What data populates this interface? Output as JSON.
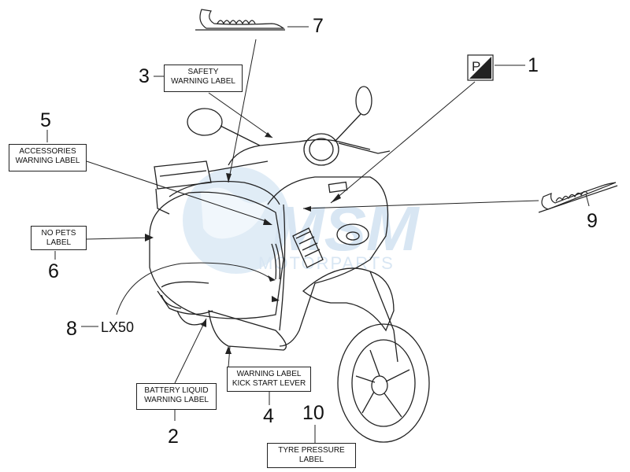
{
  "watermark": {
    "brand": "MSM",
    "subtitle": "MOTORPARTS"
  },
  "parts": [
    {
      "number": "1",
      "label_lines": []
    },
    {
      "number": "2",
      "label_lines": [
        "BATTERY LIQUID",
        "WARNING LABEL"
      ]
    },
    {
      "number": "3",
      "label_lines": [
        "SAFETY",
        "WARNING LABEL"
      ]
    },
    {
      "number": "4",
      "label_lines": [
        "WARNING LABEL",
        "KICK START LEVER"
      ]
    },
    {
      "number": "5",
      "label_lines": [
        "ACCESSORIES",
        "WARNING LABEL"
      ]
    },
    {
      "number": "6",
      "label_lines": [
        "NO PETS",
        "LABEL"
      ]
    },
    {
      "number": "7",
      "label_lines": []
    },
    {
      "number": "8",
      "text": "LX50"
    },
    {
      "number": "9",
      "label_lines": []
    },
    {
      "number": "10",
      "label_lines": [
        "TYRE PRESSURE",
        "LABEL"
      ]
    }
  ],
  "colors": {
    "line": "#222222",
    "watermark": "#b9d3ea"
  }
}
